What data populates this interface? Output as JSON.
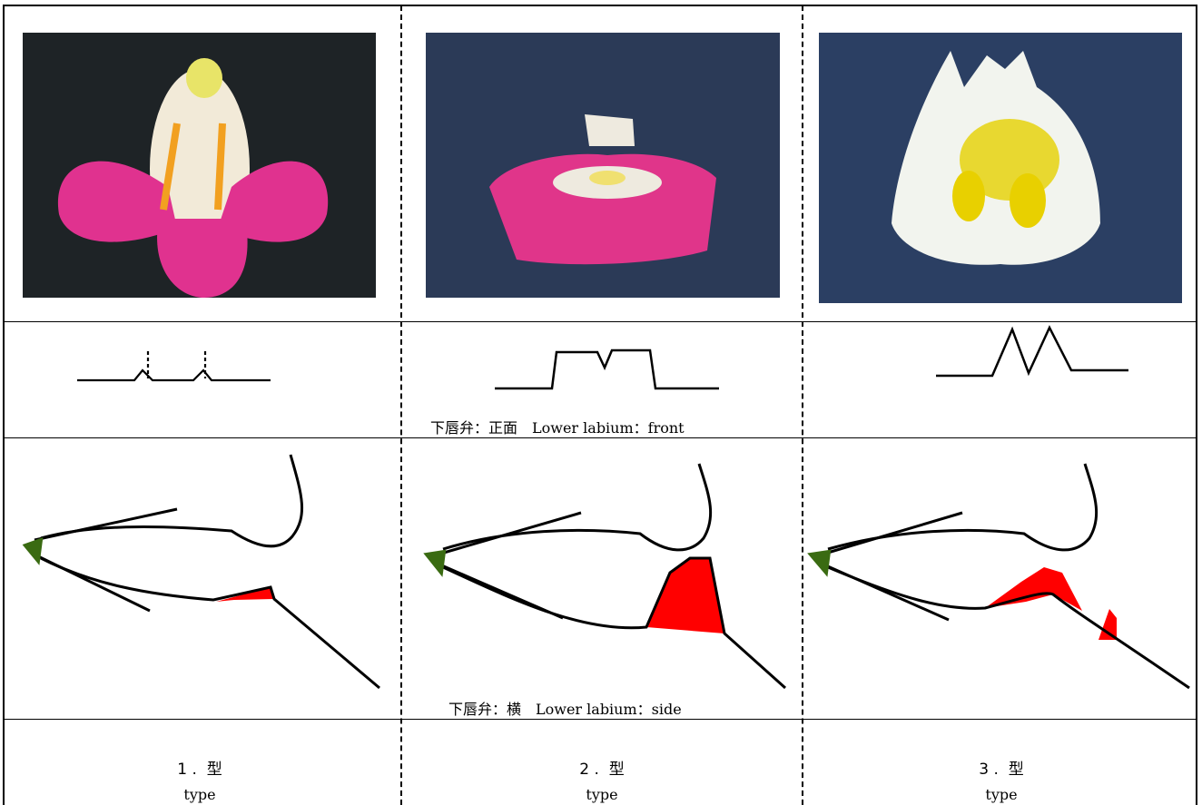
{
  "columns": [
    {
      "photo": {
        "subject": "pink flower, front view",
        "colors": {
          "bg": "#1e2326",
          "petal": "#e0328f",
          "throat": "#f2ead8",
          "spot": "#f2a020"
        }
      },
      "type_number": "1 .  型",
      "type_word": "type"
    },
    {
      "photo": {
        "subject": "pink flower, side-front view",
        "colors": {
          "bg": "#2b3a57",
          "petal": "#e0358a",
          "throat": "#eeeadf",
          "spot": "#f0e070"
        }
      },
      "front_caption": "下唇弁：正面　Lower labium：front",
      "side_caption": "下唇弁：横　Lower labium：side",
      "type_number": "2 .  型",
      "type_word": "type"
    },
    {
      "photo": {
        "subject": "white flower, front view",
        "colors": {
          "bg": "#2b3f63",
          "petal": "#f2f4ee",
          "throat": "#e8d830",
          "spot": "#e8d000"
        }
      },
      "type_number": "3 .  型",
      "type_word": "type"
    }
  ],
  "colors": {
    "labium_fill": "#ff0000",
    "calyx": "#3a6b12",
    "line": "#000000"
  }
}
